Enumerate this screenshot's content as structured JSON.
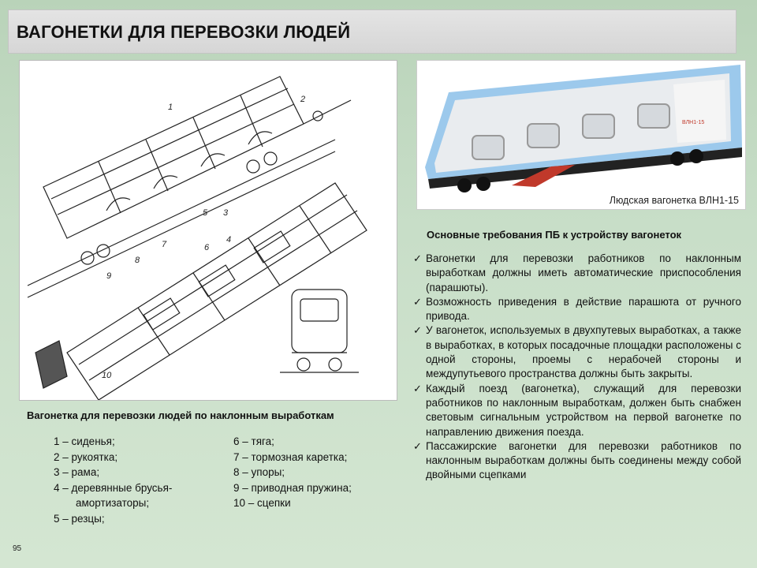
{
  "title": "ВАГОНЕТКИ ДЛЯ ПЕРЕВОЗКИ ЛЮДЕЙ",
  "photo": {
    "caption": "Людская вагонетка ВЛН1-15",
    "plate_text": "ВЛН1-15"
  },
  "drawing": {
    "callouts": [
      "1",
      "2",
      "3",
      "4",
      "5",
      "6",
      "7",
      "8",
      "9",
      "10"
    ],
    "caption": "Вагонетка для перевозки людей по наклонным выработкам"
  },
  "legend": {
    "col1": [
      "1 – сиденья;",
      "2 – рукоятка;",
      "3 – рама;",
      "4 – деревянные брусья-",
      "амортизаторы;",
      "5 – резцы;"
    ],
    "col2": [
      "6 – тяга;",
      "7 – тормозная каретка;",
      "8 – упоры;",
      "9 – приводная пружина;",
      "10 – сцепки"
    ]
  },
  "requirements": {
    "heading": "Основные требования ПБ к устройству вагонеток",
    "items": [
      "Вагонетки для перевозки работников по наклонным выработкам должны иметь автоматические приспособления (парашюты).",
      "Возможность приведения в действие парашюта от ручного привода.",
      "У вагонеток, используемых в двухпутевых выработках, а также в выработках, в которых посадочные площадки расположены с одной стороны, проемы с нерабочей стороны и междупутьевого пространства должны быть закрыты.",
      "Каждый поезд (вагонетка), служащий для перевозки работников по наклонным выработкам, должен быть снабжен световым сигнальным устройством на первой вагонетке по направлению движения поезда.",
      "Пассажирские вагонетки для перевозки работников по наклонным выработкам должны быть соединены между собой двойными сцепками"
    ]
  },
  "page_number": "95",
  "colors": {
    "background": "#c8dec8",
    "title_bar": "#dcdcdc",
    "photo_frame": "#7fb6e0",
    "accent_red": "#c0392b"
  },
  "icons": {
    "bullet": "check-icon"
  }
}
